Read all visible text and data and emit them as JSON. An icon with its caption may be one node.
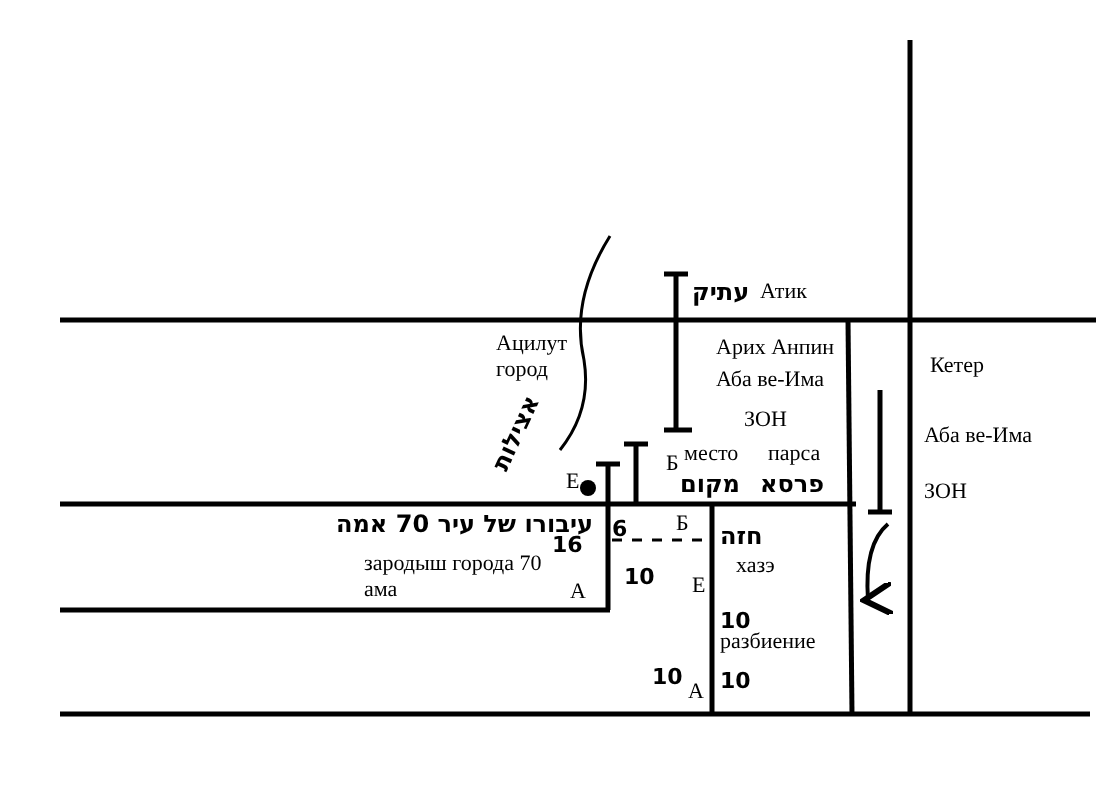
{
  "diagram": {
    "labels": [
      "עתיק",
      "Атик",
      "Арих Анпин",
      "Аба ве-Има",
      "ЗОН",
      "Ацилут город",
      "אצילות",
      "Кетер",
      "Аба ве-Има",
      "ЗОН",
      "Е",
      "Б",
      "место",
      "парса",
      "מקום",
      "פרסא",
      "עיבורו של עיר 70 אמה",
      "16",
      "6",
      "зародыш города 70 ама",
      "10",
      "А",
      "Б",
      "חזה",
      "хазэ",
      "Е",
      "10",
      "разбиение",
      "10",
      "10",
      "А"
    ]
  }
}
